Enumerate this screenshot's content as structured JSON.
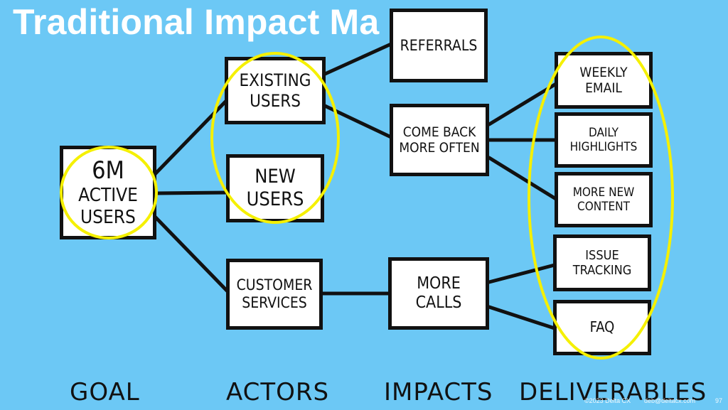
{
  "slide": {
    "title": "Traditional Impact Ma",
    "footer_copyright": "©2023 Delta CX",
    "footer_email": "deb@deltacx.com",
    "page_number": "97"
  },
  "columns": {
    "goal": "GOAL",
    "actors": "ACTORS",
    "impacts": "IMPACTS",
    "deliverables": "DELIVERABLES"
  },
  "nodes": {
    "goal_line1": "6M",
    "goal_line2": "ACTIVE",
    "goal_line3": "USERS",
    "existing_line1": "EXISTING",
    "existing_line2": "USERS",
    "new_line1": "NEW",
    "new_line2": "USERS",
    "customer_line1": "CUSTOMER",
    "customer_line2": "SERVICES",
    "referrals": "REFERRALS",
    "comeback_line1": "COME BACK",
    "comeback_line2": "MORE OFTEN",
    "calls_line1": "MORE",
    "calls_line2": "CALLS",
    "weekly_line1": "WEEKLY",
    "weekly_line2": "EMAIL",
    "daily_line1": "DAILY",
    "daily_line2": "HIGHLIGHTS",
    "content_line1": "MORE NEW",
    "content_line2": "CONTENT",
    "issue_line1": "ISSUE",
    "issue_line2": "TRACKING",
    "faq": "FAQ"
  },
  "colors": {
    "background": "#6cc8f5",
    "highlight_ellipse": "#f5f000",
    "ink": "#111111"
  }
}
